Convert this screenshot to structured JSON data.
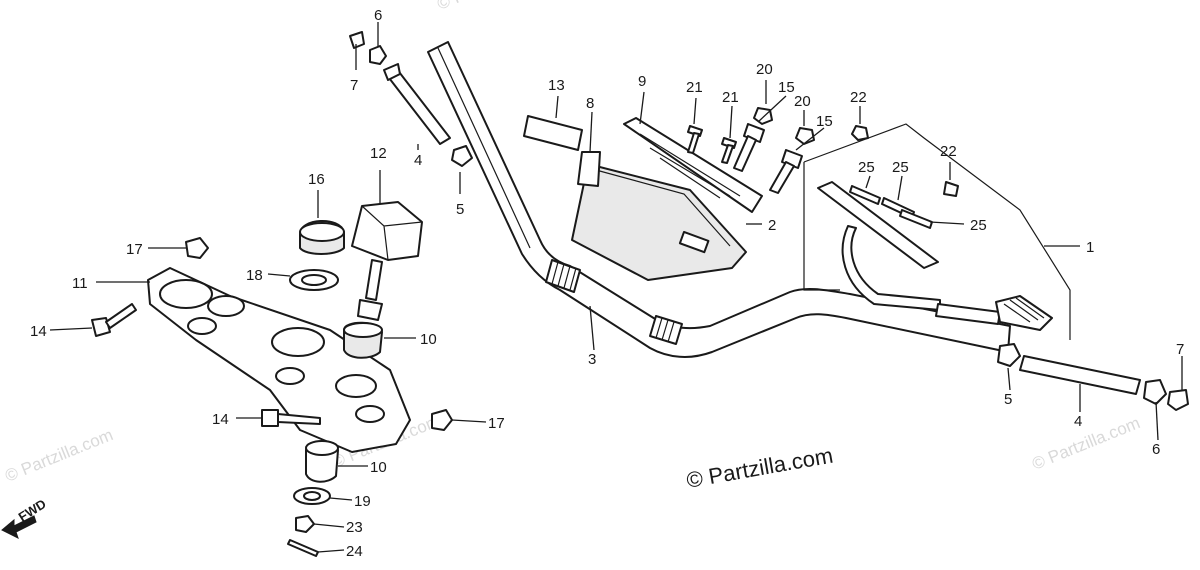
{
  "diagram": {
    "copyright": "© Partzilla.com",
    "watermark": "© Partzilla.com",
    "fwd_label": "FWD",
    "callouts": {
      "c6a": "6",
      "c7a": "7",
      "c4a": "4",
      "c5a": "5",
      "c13": "13",
      "c9": "9",
      "c8": "8",
      "c21a": "21",
      "c21b": "21",
      "c20a": "20",
      "c15a": "15",
      "c20b": "20",
      "c15b": "15",
      "c22a": "22",
      "c22b": "22",
      "c25a": "25",
      "c25b": "25",
      "c25c": "25",
      "c12": "12",
      "c16": "16",
      "c2": "2",
      "c1": "1",
      "c17a": "17",
      "c11": "11",
      "c18": "18",
      "c14a": "14",
      "c10a": "10",
      "c3": "3",
      "c5b": "5",
      "c4b": "4",
      "c7b": "7",
      "c6b": "6",
      "c14b": "14",
      "c17b": "17",
      "c10b": "10",
      "c19": "19",
      "c23": "23",
      "c24": "24"
    }
  }
}
